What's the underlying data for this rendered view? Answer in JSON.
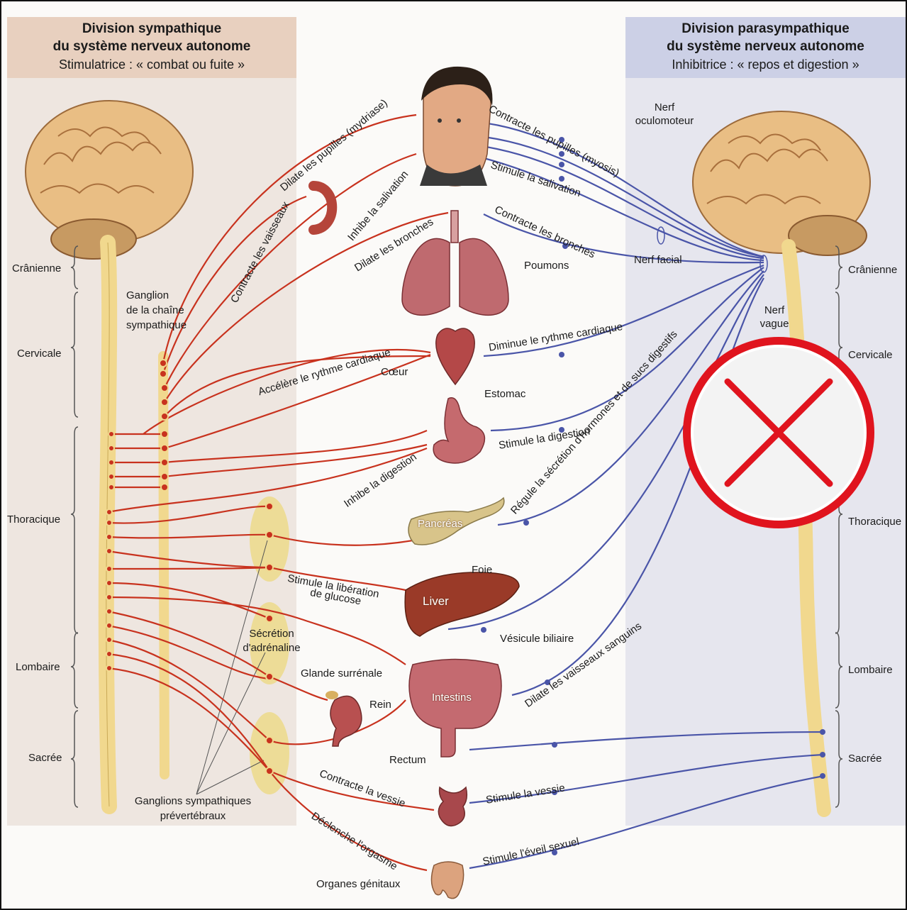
{
  "sympathetic": {
    "title_line1": "Division sympathique",
    "title_line2": "du système nerveux autonome",
    "subtitle": "Stimulatrice : « combat ou fuite »"
  },
  "parasympathetic": {
    "title_line1": "Division parasympathique",
    "title_line2": "du système nerveux autonome",
    "subtitle": "Inhibitrice : « repos et digestion »"
  },
  "regions": [
    "Crânienne",
    "Cervicale",
    "Thoracique",
    "Lombaire",
    "Sacrée"
  ],
  "ganglia": {
    "chain_line1": "Ganglion",
    "chain_line2": "de la chaîne",
    "chain_line3": "sympathique",
    "prevertebral_line1": "Ganglions sympathiques",
    "prevertebral_line2": "prévertébraux"
  },
  "nerves": {
    "oculomotor_line1": "Nerf",
    "oculomotor_line2": "oculomoteur",
    "facial": "Nerf facial",
    "vagus_line1": "Nerf",
    "vagus_line2": "vague"
  },
  "organs": {
    "lungs": "Poumons",
    "heart": "Cœur",
    "stomach": "Estomac",
    "pancreas": "Pancréas",
    "liver_fr": "Foie",
    "liver_en": "Liver",
    "gallbladder": "Vésicule biliaire",
    "adrenal_secretion_line1": "Sécrétion",
    "adrenal_secretion_line2": "d'adrénaline",
    "adrenal_gland": "Glande surrénale",
    "kidney": "Rein",
    "intestines": "Intestins",
    "rectum": "Rectum",
    "genitals": "Organes génitaux"
  },
  "sympathetic_actions": {
    "pupils": "Dilate les pupilles (mydriase)",
    "vessels": "Contracte les vaisseaux",
    "salivation": "Inhibe la salivation",
    "bronchi": "Dilate les bronches",
    "heart": "Accélère le rythme cardiaque",
    "digestion": "Inhibe la digestion",
    "glucose_line1": "Stimule la libération",
    "glucose_line2": "de glucose",
    "bladder": "Contracte la vessie",
    "orgasm": "Déclenche l'orgasme"
  },
  "parasympathetic_actions": {
    "pupils": "Contracte les pupilles (myosis)",
    "salivation": "Stimule la salivation",
    "bronchi": "Contracte les bronches",
    "heart": "Diminue le rythme cardiaque",
    "digestion": "Stimule la digestion",
    "hormones": "Régule la sécrétion d'hormones et de sucs digestifs",
    "vessels": "Dilate les vaisseaux sanguins",
    "bladder": "Stimule la vessie",
    "arousal": "Stimule l'éveil sexuel"
  },
  "overlay": {
    "symbol": "red-x-cross-icon"
  },
  "colors": {
    "sympathetic_nerve": "#c8321e",
    "parasympathetic_nerve": "#4a55a8",
    "sympathetic_header": "#e9d2c2",
    "parasympathetic_header": "#cfd1e6",
    "spinal_cord": "#f1d88e",
    "overlay_red": "#e0141e"
  }
}
